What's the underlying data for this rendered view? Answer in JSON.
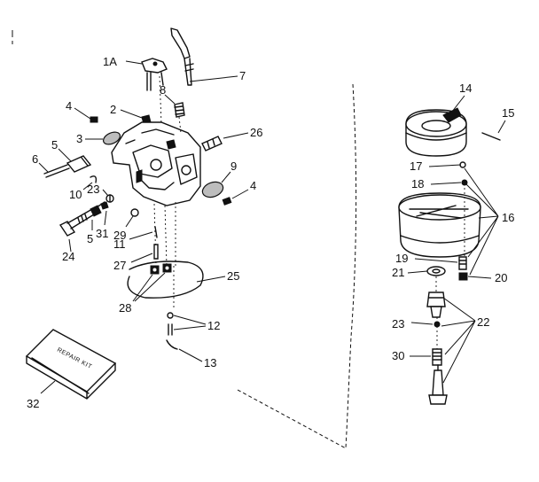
{
  "callouts": {
    "c1a": "1A",
    "c2": "2",
    "c3": "3",
    "c4a": "4",
    "c4b": "4",
    "c5a": "5",
    "c5b": "5",
    "c6": "6",
    "c7": "7",
    "c8": "8",
    "c9": "9",
    "c10": "10",
    "c11": "11",
    "c12": "12",
    "c13": "13",
    "c14": "14",
    "c15": "15",
    "c16": "16",
    "c17": "17",
    "c18": "18",
    "c19": "19",
    "c20": "20",
    "c21": "21",
    "c22": "22",
    "c23a": "23",
    "c23b": "23",
    "c24": "24",
    "c25": "25",
    "c26": "26",
    "c27": "27",
    "c28": "28",
    "c29": "29",
    "c30": "30",
    "c31": "31",
    "c32": "32"
  },
  "repair_kit": {
    "label": "REPAIR KIT"
  }
}
